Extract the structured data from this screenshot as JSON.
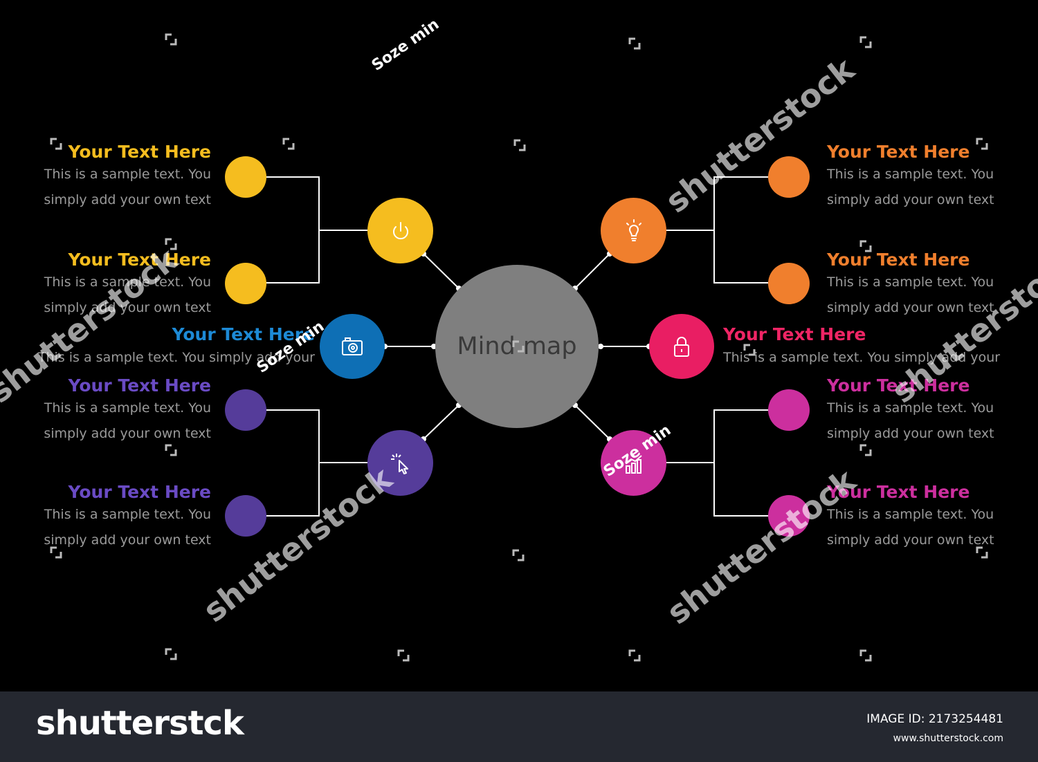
{
  "diagram": {
    "center_label": "Mind map",
    "branches": [
      {
        "id": "top-left",
        "color": "#f5bd1f",
        "icon": "power-icon",
        "leaves": [
          {
            "title": "Your Text Here",
            "line1": "This is a sample text. You",
            "line2": "simply add your own text"
          },
          {
            "title": "Your Text Here",
            "line1": "This is a sample text. You",
            "line2": "simply add your own text"
          }
        ]
      },
      {
        "id": "mid-left",
        "color": "#0e6fb5",
        "title_color": "#1d8ad6",
        "icon": "camera-icon",
        "title": "Your Text Here",
        "line1": "This is a sample text. You simply add your"
      },
      {
        "id": "bottom-left",
        "color": "#553c9a",
        "icon": "cursor-click-icon",
        "leaves": [
          {
            "title": "Your Text Here",
            "line1": "This is a sample text. You",
            "line2": "simply add your own text"
          },
          {
            "title": "Your Text Here",
            "line1": "This is a sample text. You",
            "line2": "simply add your own text"
          }
        ]
      },
      {
        "id": "top-right",
        "color": "#f07f2d",
        "icon": "lightbulb-icon",
        "leaves": [
          {
            "title": "Your Text Here",
            "line1": "This is a sample text. You",
            "line2": "simply add your own text"
          },
          {
            "title": "Your Text Here",
            "line1": "This is a sample text. You",
            "line2": "simply add your own text"
          }
        ]
      },
      {
        "id": "mid-right",
        "color": "#e91e63",
        "title_color": "#ef2565",
        "icon": "lock-icon",
        "title": "Your Text Here",
        "line1": "This is a sample text. You simply add your"
      },
      {
        "id": "bottom-right",
        "color": "#cc2f9e",
        "icon": "bar-chart-icon",
        "leaves": [
          {
            "title": "Your Text Here",
            "line1": "This is a sample text. You",
            "line2": "simply add your own text"
          },
          {
            "title": "Your Text Here",
            "line1": "This is a sample text. You",
            "line2": "simply add your own text"
          }
        ]
      }
    ]
  },
  "watermarks": {
    "soze": "Soze min",
    "shutterstock": "shutterstock"
  },
  "footer": {
    "logo": "shutterstck",
    "image_id": "IMAGE ID: 2173254481",
    "site": "www.shutterstock.com"
  }
}
